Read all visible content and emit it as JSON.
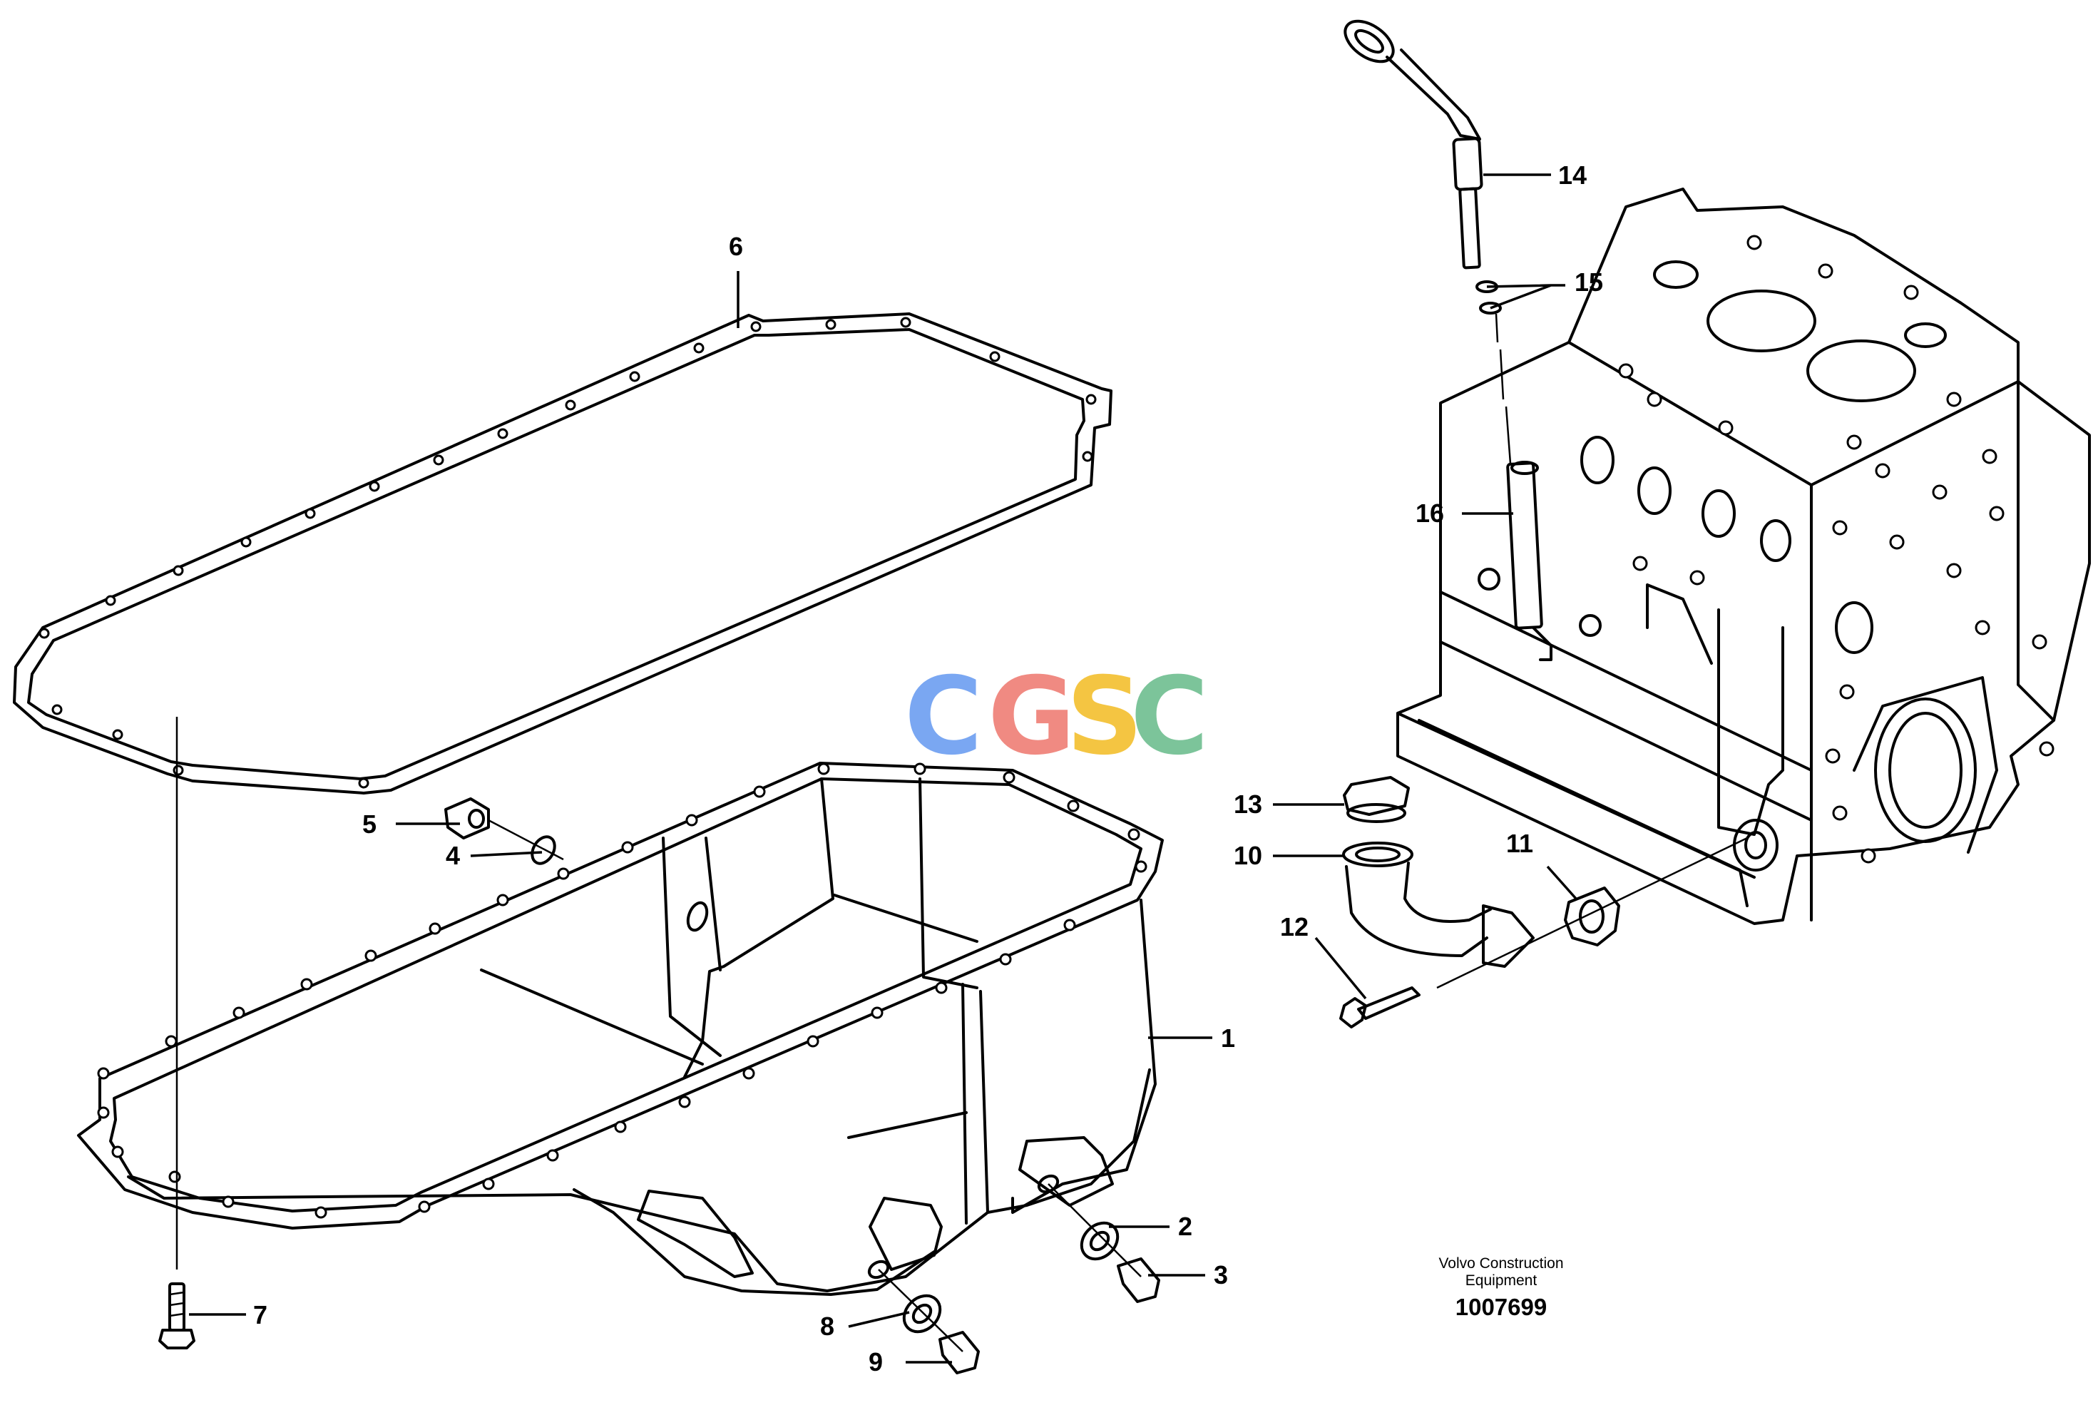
{
  "watermark": {
    "letters": [
      "C",
      "G",
      "S",
      "C"
    ],
    "colors": [
      "#7aa7f2",
      "#f08a82",
      "#f4c542",
      "#7cc49a"
    ]
  },
  "credit": {
    "line1": "Volvo Construction",
    "line2": "Equipment",
    "code": "1007699"
  },
  "callouts": [
    {
      "id": "1",
      "label": "1",
      "part": "oil-pan"
    },
    {
      "id": "2",
      "label": "2",
      "part": "washer"
    },
    {
      "id": "3",
      "label": "3",
      "part": "drain-plug"
    },
    {
      "id": "4",
      "label": "4",
      "part": "o-ring"
    },
    {
      "id": "5",
      "label": "5",
      "part": "plug"
    },
    {
      "id": "6",
      "label": "6",
      "part": "oil-pan-gasket"
    },
    {
      "id": "7",
      "label": "7",
      "part": "flange-screw"
    },
    {
      "id": "8",
      "label": "8",
      "part": "washer"
    },
    {
      "id": "9",
      "label": "9",
      "part": "drain-plug"
    },
    {
      "id": "10",
      "label": "10",
      "part": "oil-filler-pipe"
    },
    {
      "id": "11",
      "label": "11",
      "part": "gasket"
    },
    {
      "id": "12",
      "label": "12",
      "part": "screw"
    },
    {
      "id": "13",
      "label": "13",
      "part": "filler-cap"
    },
    {
      "id": "14",
      "label": "14",
      "part": "dipstick"
    },
    {
      "id": "15",
      "label": "15",
      "part": "o-rings"
    },
    {
      "id": "16",
      "label": "16",
      "part": "dipstick-tube"
    }
  ]
}
